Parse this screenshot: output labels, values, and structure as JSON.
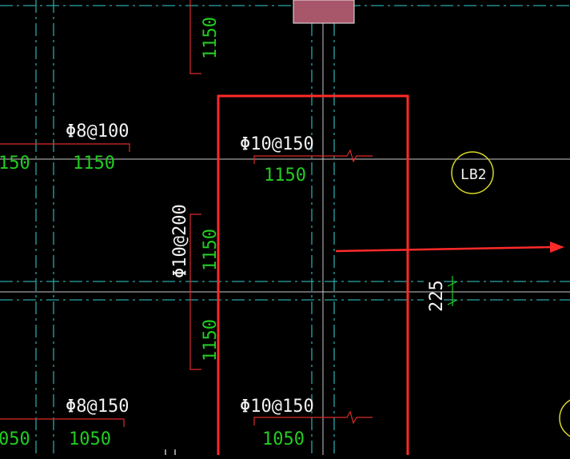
{
  "drawing": {
    "labels": {
      "rebar_top_left": "Φ8@100",
      "rebar_top_center": "Φ10@150",
      "rebar_bottom_left": "Φ8@150",
      "rebar_bottom_center": "Φ10@150",
      "rebar_vertical": "Φ10@200",
      "slab_tag": "LB2",
      "dim_1150_top_vertical": "1150",
      "dim_150_left_edge": "150",
      "dim_1150_left": "1150",
      "dim_1150_center": "1150",
      "dim_1150_mid_vertical": "1150",
      "dim_1150_lower_vertical": "1150",
      "dim_050_left_edge": "050",
      "dim_1050_left": "1050",
      "dim_1050_center": "1050",
      "dim_225": "225"
    },
    "colors": {
      "background": "#000000",
      "text_white": "#f2f2f2",
      "text_green": "#22cc22",
      "axis_white": "#c8c8c8",
      "beam_cyan": "#2aa6a6",
      "highlight_red": "#ff2a2a",
      "tag_yellow": "#d8d82a",
      "column_fill": "#a8566a"
    }
  }
}
